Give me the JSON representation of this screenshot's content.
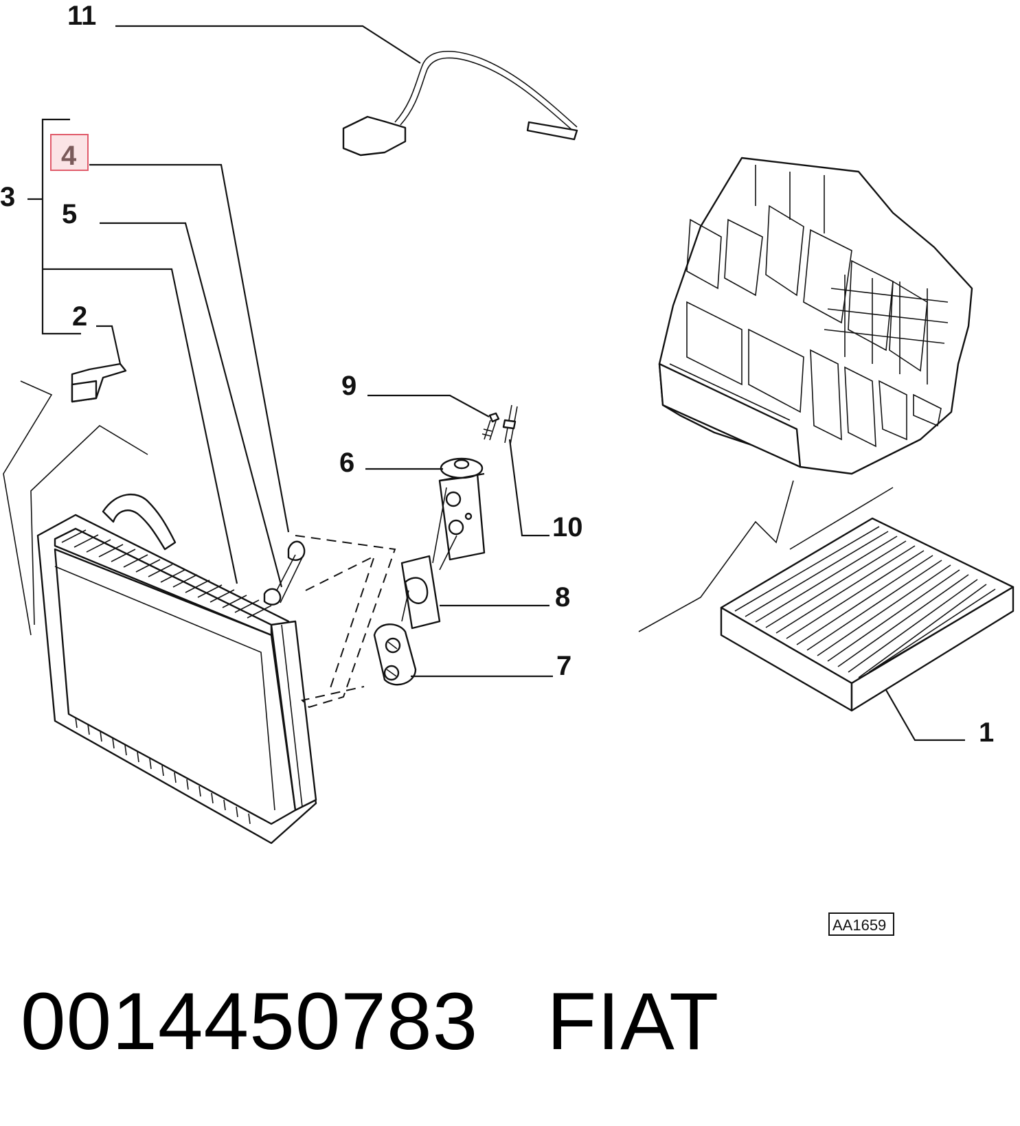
{
  "callouts": {
    "c1": "1",
    "c2": "2",
    "c3": "3",
    "c4": "4",
    "c5": "5",
    "c6": "6",
    "c7": "7",
    "c8": "8",
    "c9": "9",
    "c10": "10",
    "c11": "11"
  },
  "highlighted_callout": "4",
  "highlight_color": "#e05a6a",
  "drawing_code": "AA1659",
  "part_number": "0014450783",
  "brand": "FIAT"
}
